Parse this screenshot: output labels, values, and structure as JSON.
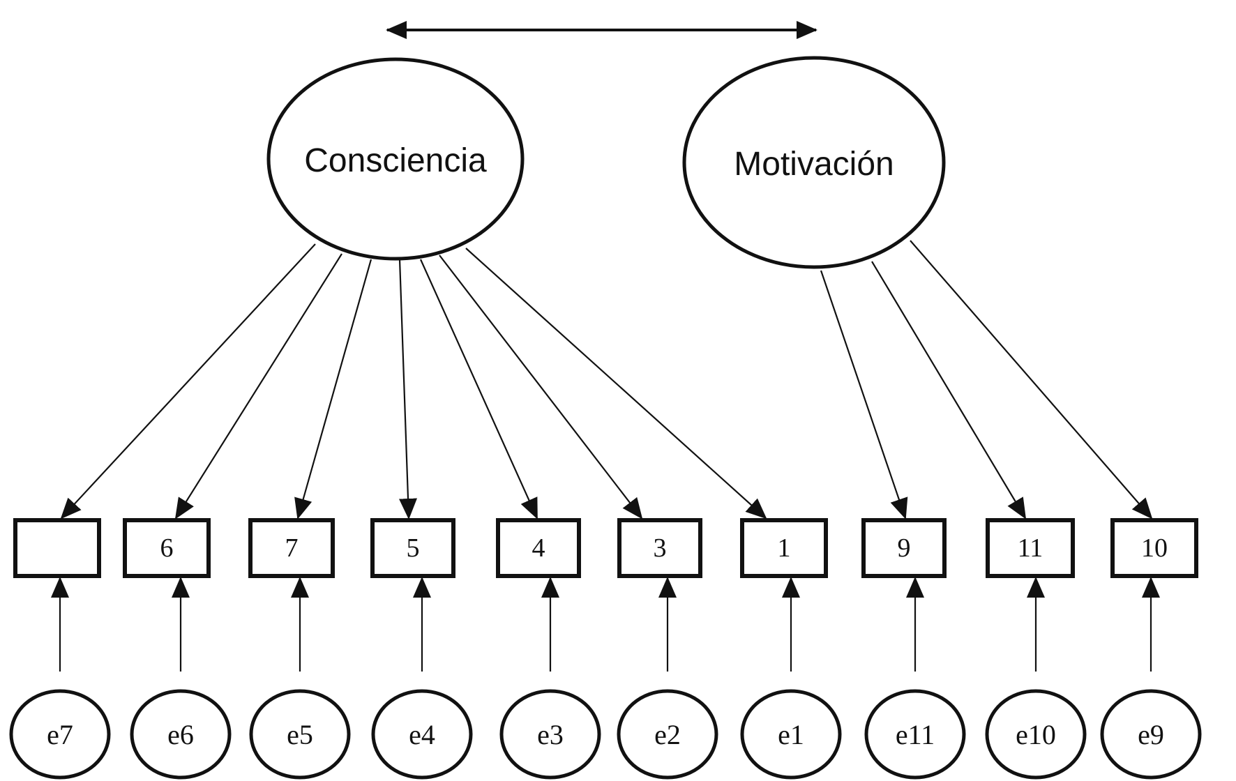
{
  "latents": [
    {
      "id": "consciencia",
      "label": "Consciencia"
    },
    {
      "id": "motivacion",
      "label": "Motivación"
    }
  ],
  "indicators": [
    {
      "label": "",
      "factor": "consciencia"
    },
    {
      "label": "6",
      "factor": "consciencia"
    },
    {
      "label": "7",
      "factor": "consciencia"
    },
    {
      "label": "5",
      "factor": "consciencia"
    },
    {
      "label": "4",
      "factor": "consciencia"
    },
    {
      "label": "3",
      "factor": "consciencia"
    },
    {
      "label": "1",
      "factor": "consciencia"
    },
    {
      "label": "9",
      "factor": "motivacion"
    },
    {
      "label": "11",
      "factor": "motivacion"
    },
    {
      "label": "10",
      "factor": "motivacion"
    }
  ],
  "errors": [
    "e7",
    "e6",
    "e5",
    "e4",
    "e3",
    "e2",
    "e1",
    "e11",
    "e10",
    "e9"
  ]
}
